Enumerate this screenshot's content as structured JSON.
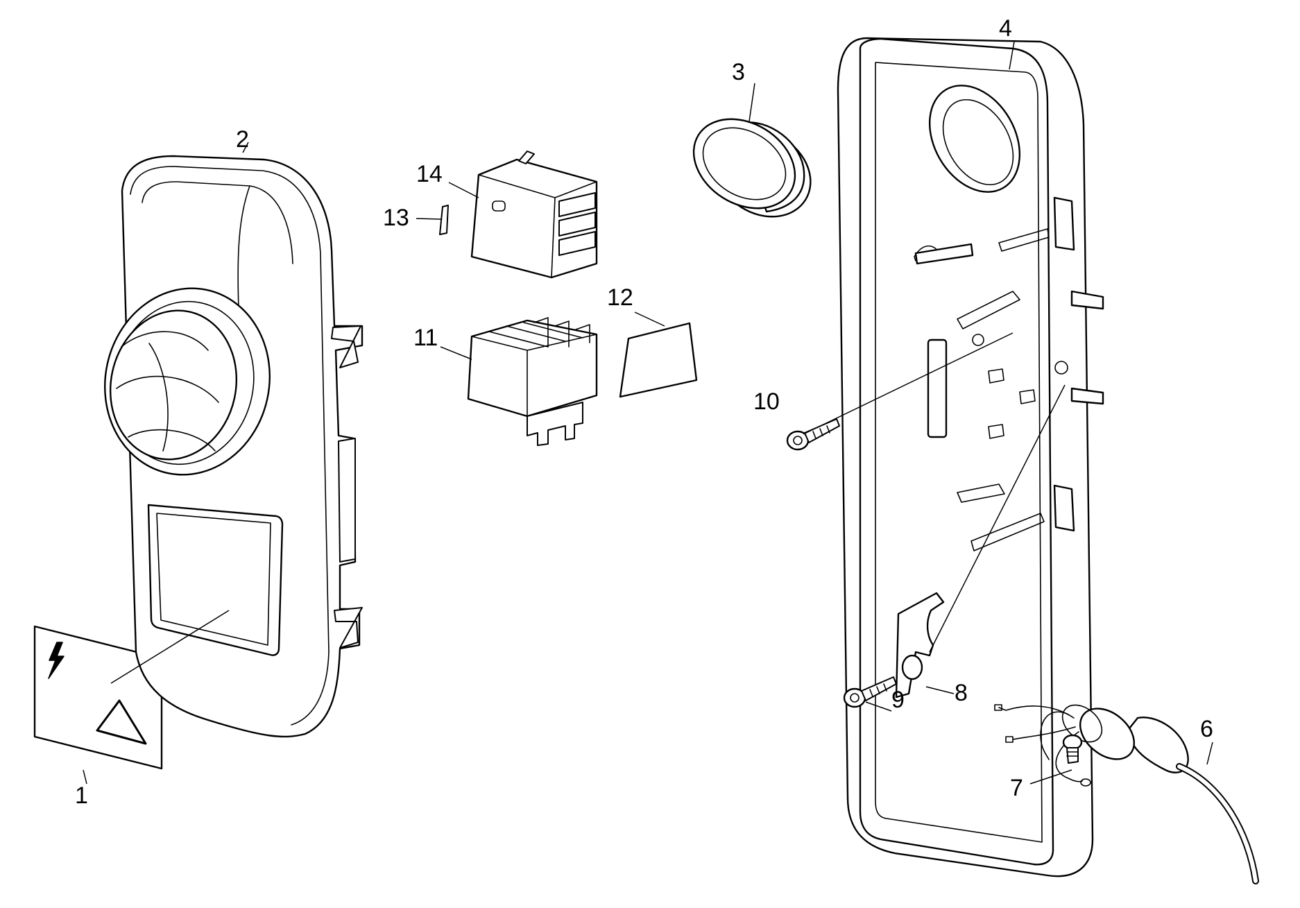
{
  "colors": {
    "line": "#000000",
    "background": "#ffffff"
  },
  "diagram": {
    "callouts": [
      {
        "id": "1",
        "label": "1"
      },
      {
        "id": "2",
        "label": "2"
      },
      {
        "id": "3",
        "label": "3"
      },
      {
        "id": "4",
        "label": "4"
      },
      {
        "id": "6",
        "label": "6"
      },
      {
        "id": "7",
        "label": "7"
      },
      {
        "id": "8",
        "label": "8"
      },
      {
        "id": "9",
        "label": "9"
      },
      {
        "id": "10",
        "label": "10"
      },
      {
        "id": "11",
        "label": "11"
      },
      {
        "id": "12",
        "label": "12"
      },
      {
        "id": "13",
        "label": "13"
      },
      {
        "id": "14",
        "label": "14"
      }
    ],
    "parts": [
      {
        "callout": "1",
        "icon": "warning-label-icon"
      },
      {
        "callout": "2",
        "icon": "front-cover-with-knob-icon"
      },
      {
        "callout": "3",
        "icon": "oval-grommet-icon"
      },
      {
        "callout": "4",
        "icon": "rear-housing-icon"
      },
      {
        "callout": "6",
        "icon": "power-cable-icon"
      },
      {
        "callout": "7",
        "icon": "ground-screw-icon"
      },
      {
        "callout": "8",
        "icon": "cable-clamp-icon"
      },
      {
        "callout": "9",
        "icon": "screw-icon"
      },
      {
        "callout": "10",
        "icon": "screw-icon"
      },
      {
        "callout": "11",
        "icon": "relay-block-icon"
      },
      {
        "callout": "12",
        "icon": "insulating-plate-icon"
      },
      {
        "callout": "13",
        "icon": "pin-icon"
      },
      {
        "callout": "14",
        "icon": "switch-block-icon"
      }
    ]
  }
}
